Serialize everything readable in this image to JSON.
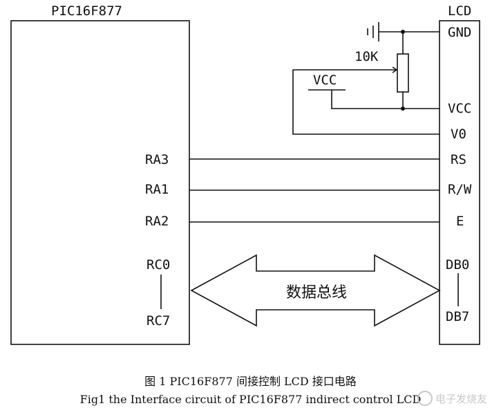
{
  "mcu": {
    "title": "PIC16F877",
    "pins": {
      "ra3": "RA3",
      "ra1": "RA1",
      "ra2": "RA2",
      "rc0": "RC0",
      "rc7": "RC7"
    }
  },
  "lcd": {
    "title": "LCD",
    "pins": {
      "gnd": "GND",
      "vcc": "VCC",
      "v0": "V0",
      "rs": "RS",
      "rw": "R/W",
      "e": "E",
      "db0": "DB0",
      "db7": "DB7"
    }
  },
  "components": {
    "potentiometer_label": "10K",
    "vcc_label": "VCC"
  },
  "bus": {
    "label": "数据总线"
  },
  "caption": {
    "cn": "图 1 PIC16F877 间接控制 LCD 接口电路",
    "en": "Fig1 the Interface circuit of PIC16F877 indirect control LCD"
  },
  "watermark": {
    "text": "电子发烧友"
  }
}
